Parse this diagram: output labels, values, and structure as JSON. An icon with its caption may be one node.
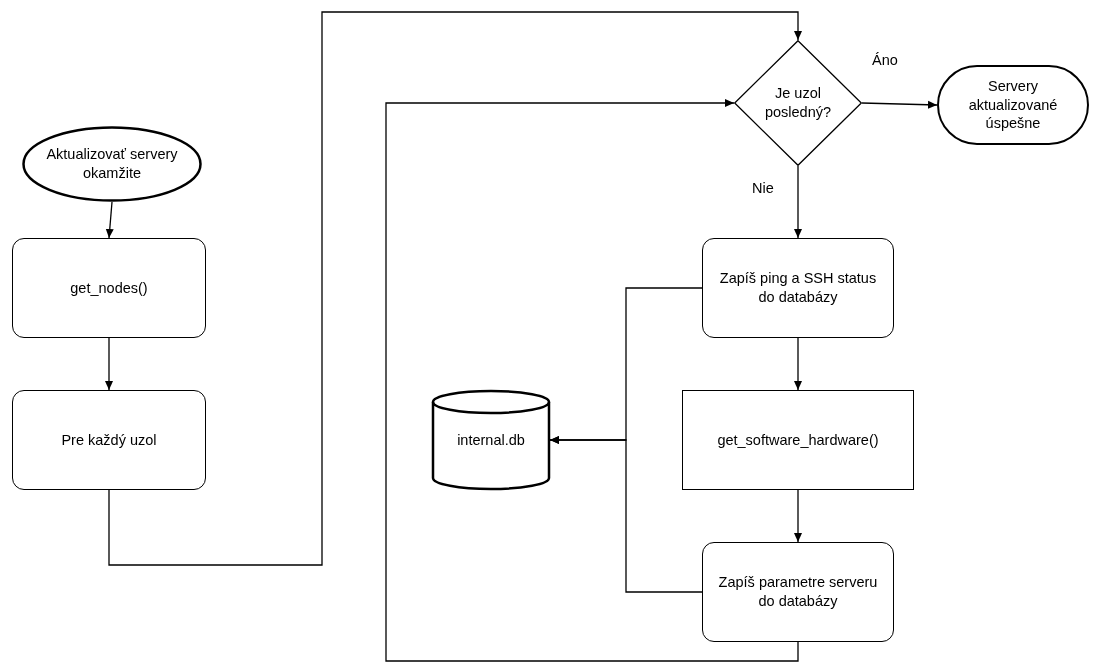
{
  "diagram": {
    "nodes": [
      {
        "text": [
          "Aktualizovať servery okamžite"
        ]
      },
      {
        "text": [
          "get_nodes()"
        ]
      },
      {
        "text": [
          "Pre každý uzol"
        ]
      },
      {
        "text": [
          "Je uzol posledný?"
        ]
      },
      {
        "text": [
          "Servery aktualizované úspešne"
        ]
      },
      {
        "text": [
          "Zapíš ping a SSH status do databázy"
        ]
      },
      {
        "text": [
          "get_software_hardware()"
        ]
      },
      {
        "text": [
          "Zapíš parametre serveru do databázy"
        ]
      },
      {
        "text": [
          "internal.db"
        ]
      }
    ],
    "edges": [
      {
        "from": 0,
        "to": 1,
        "arrow": "to"
      },
      {
        "from": 1,
        "to": 2,
        "arrow": "to"
      },
      {
        "from": 2,
        "to": 3,
        "arrow": "to"
      },
      {
        "from": 3,
        "to": 4,
        "arrow": "to",
        "label": "Áno"
      },
      {
        "from": 3,
        "to": 5,
        "arrow": "to",
        "label": "Nie"
      },
      {
        "from": 5,
        "to": 6,
        "arrow": "to"
      },
      {
        "from": 6,
        "to": 7,
        "arrow": "to"
      },
      {
        "from": 7,
        "to": 3,
        "arrow": "to"
      },
      {
        "from": 5,
        "to": 8,
        "arrow": "to"
      },
      {
        "from": 7,
        "to": 8,
        "arrow": "to"
      }
    ]
  }
}
